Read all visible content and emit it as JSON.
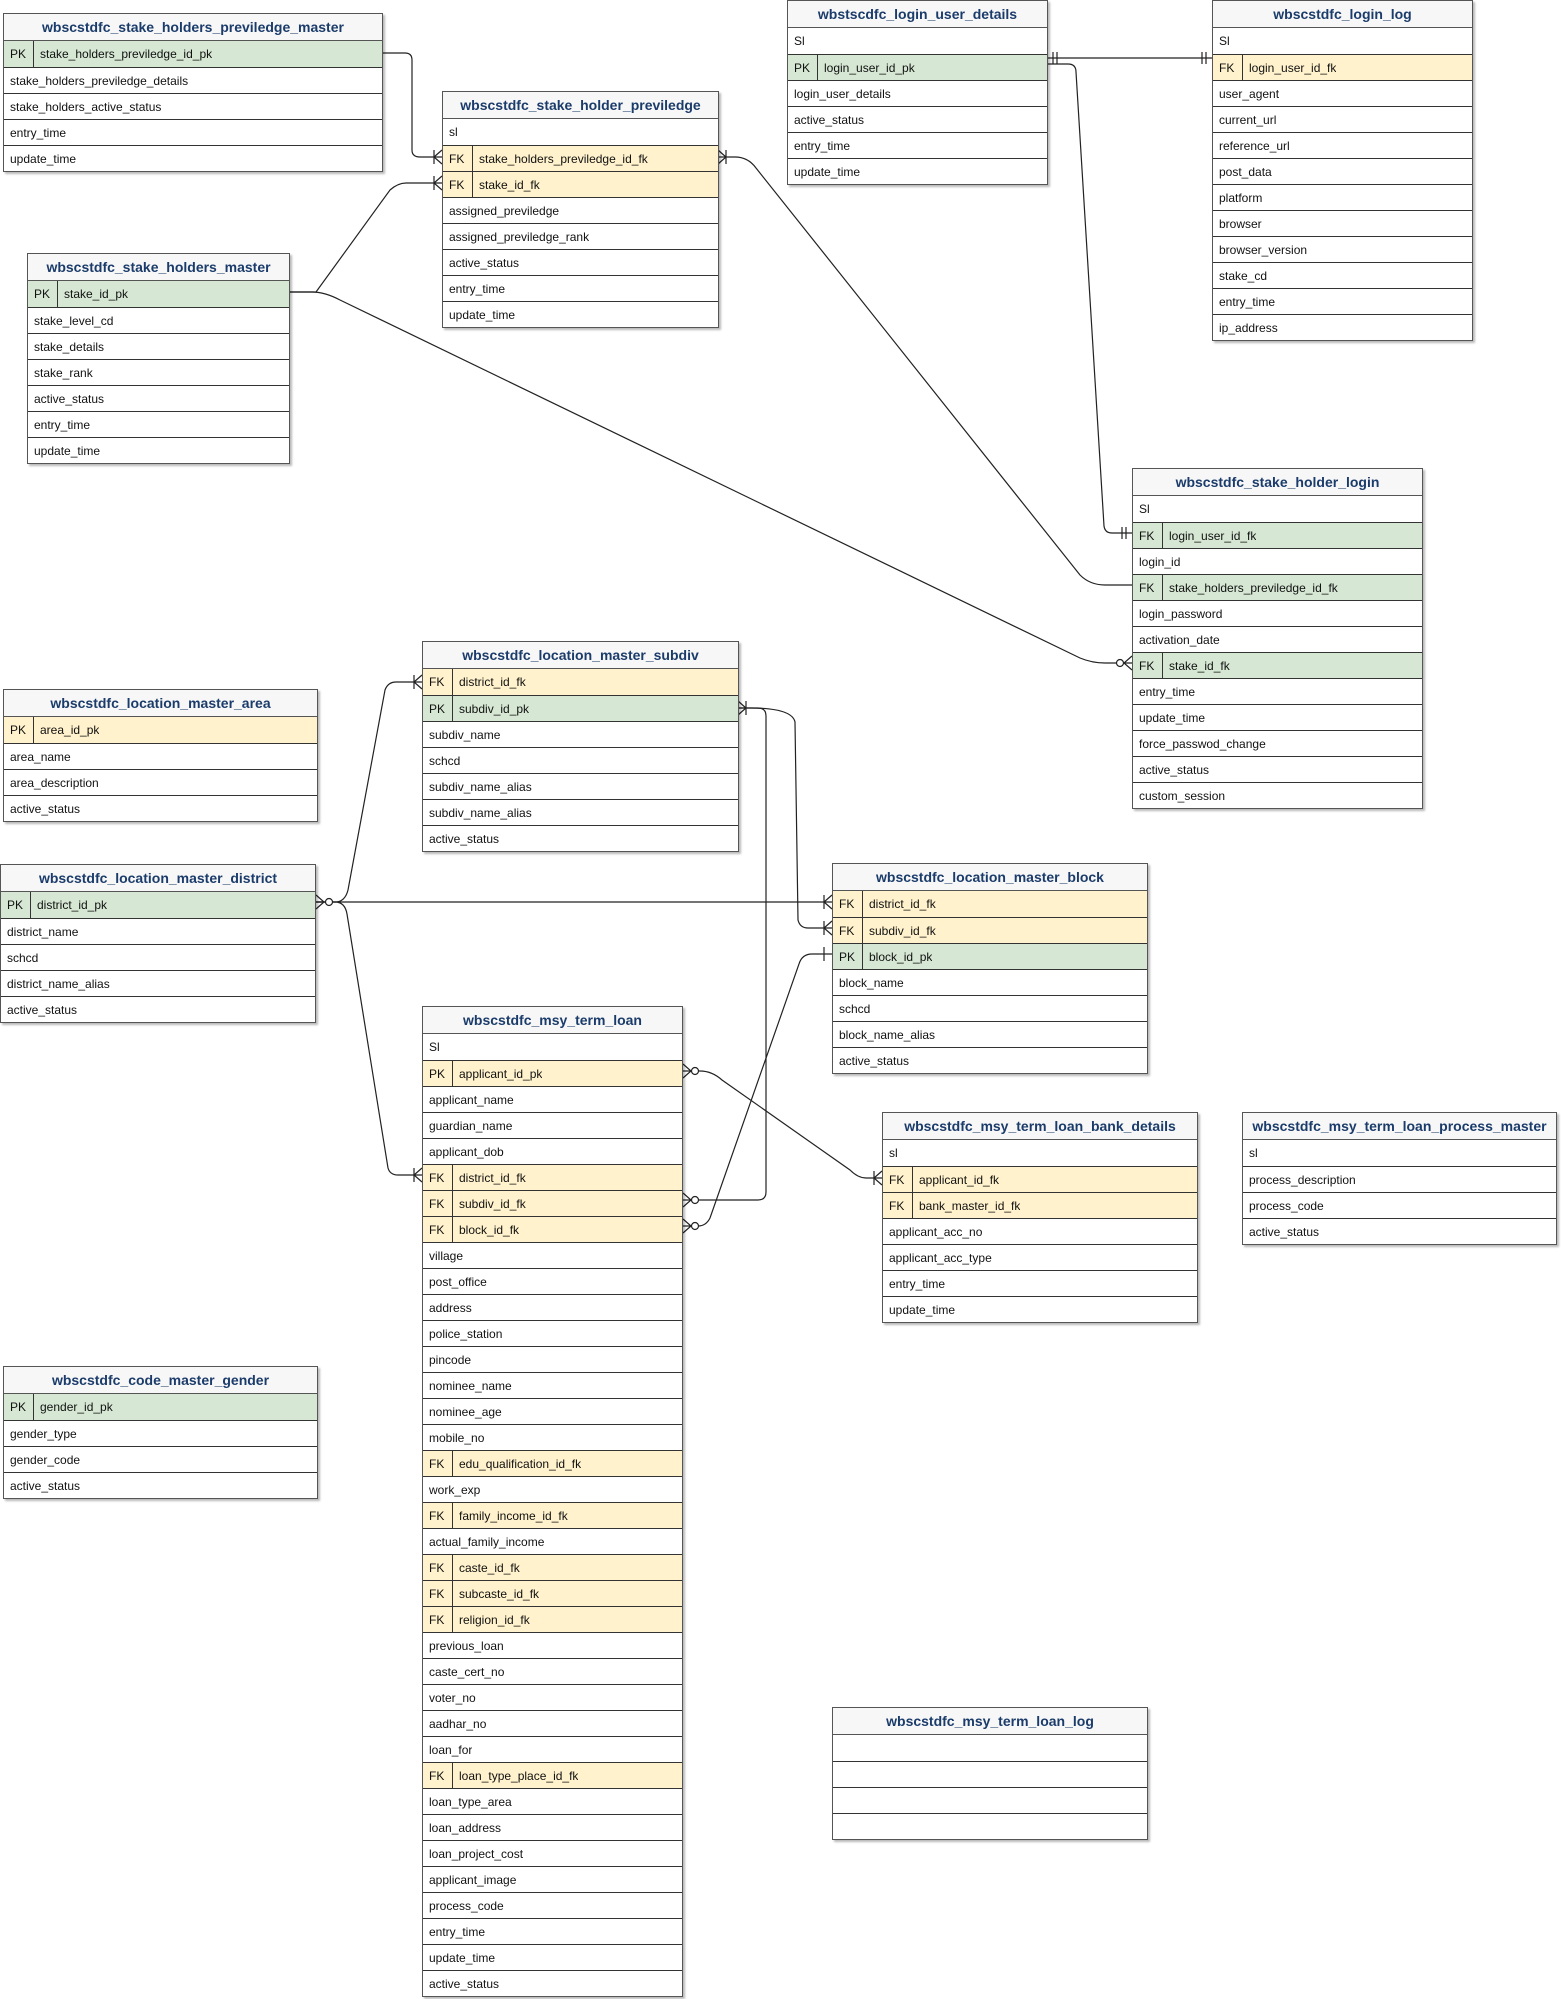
{
  "tables": [
    {
      "id": "t_spm",
      "title": "wbscstdfc_stake_holders_previledge_master",
      "rows": [
        {
          "key": "PK",
          "name": "stake_holders_previledge_id_pk"
        },
        {
          "key": "",
          "name": "stake_holders_previledge_details"
        },
        {
          "key": "",
          "name": "stake_holders_active_status"
        },
        {
          "key": "",
          "name": "entry_time"
        },
        {
          "key": "",
          "name": "update_time"
        }
      ]
    },
    {
      "id": "t_shp",
      "title": "wbscstdfc_stake_holder_previledge",
      "rows": [
        {
          "key": "",
          "name": "sl"
        },
        {
          "key": "FK",
          "name": "stake_holders_previledge_id_fk"
        },
        {
          "key": "FK",
          "name": "stake_id_fk"
        },
        {
          "key": "",
          "name": "assigned_previledge"
        },
        {
          "key": "",
          "name": "assigned_previledge_rank"
        },
        {
          "key": "",
          "name": "active_status"
        },
        {
          "key": "",
          "name": "entry_time"
        },
        {
          "key": "",
          "name": "update_time"
        }
      ]
    },
    {
      "id": "t_lud",
      "title": "wbstscdfc_login_user_details",
      "rows": [
        {
          "key": "",
          "name": "Sl"
        },
        {
          "key": "PK",
          "name": "login_user_id_pk"
        },
        {
          "key": "",
          "name": "login_user_details"
        },
        {
          "key": "",
          "name": "active_status"
        },
        {
          "key": "",
          "name": "entry_time"
        },
        {
          "key": "",
          "name": "update_time"
        }
      ]
    },
    {
      "id": "t_ll",
      "title": "wbscstdfc_login_log",
      "rows": [
        {
          "key": "",
          "name": "Sl"
        },
        {
          "key": "FK",
          "name": "login_user_id_fk"
        },
        {
          "key": "",
          "name": "user_agent"
        },
        {
          "key": "",
          "name": "current_url"
        },
        {
          "key": "",
          "name": "reference_url"
        },
        {
          "key": "",
          "name": "post_data"
        },
        {
          "key": "",
          "name": "platform"
        },
        {
          "key": "",
          "name": "browser"
        },
        {
          "key": "",
          "name": "browser_version"
        },
        {
          "key": "",
          "name": "stake_cd"
        },
        {
          "key": "",
          "name": "entry_time"
        },
        {
          "key": "",
          "name": "ip_address"
        }
      ]
    },
    {
      "id": "t_shm",
      "title": "wbscstdfc_stake_holders_master",
      "rows": [
        {
          "key": "PK",
          "name": "stake_id_pk"
        },
        {
          "key": "",
          "name": "stake_level_cd"
        },
        {
          "key": "",
          "name": "stake_details"
        },
        {
          "key": "",
          "name": "stake_rank"
        },
        {
          "key": "",
          "name": "active_status"
        },
        {
          "key": "",
          "name": "entry_time"
        },
        {
          "key": "",
          "name": "update_time"
        }
      ]
    },
    {
      "id": "t_shl",
      "title": "wbscstdfc_stake_holder_login",
      "rows": [
        {
          "key": "",
          "name": "Sl"
        },
        {
          "key": "FK",
          "name": "login_user_id_fk",
          "bg": "pk"
        },
        {
          "key": "",
          "name": "login_id"
        },
        {
          "key": "FK",
          "name": "stake_holders_previledge_id_fk",
          "bg": "pk"
        },
        {
          "key": "",
          "name": "login_password"
        },
        {
          "key": "",
          "name": "activation_date"
        },
        {
          "key": "FK",
          "name": "stake_id_fk",
          "bg": "pk"
        },
        {
          "key": "",
          "name": "entry_time"
        },
        {
          "key": "",
          "name": "update_time"
        },
        {
          "key": "",
          "name": "force_passwod_change"
        },
        {
          "key": "",
          "name": "active_status"
        },
        {
          "key": "",
          "name": "custom_session"
        }
      ]
    },
    {
      "id": "t_lms",
      "title": "wbscstdfc_location_master_subdiv",
      "rows": [
        {
          "key": "FK",
          "name": "district_id_fk"
        },
        {
          "key": "PK",
          "name": "subdiv_id_pk"
        },
        {
          "key": "",
          "name": "subdiv_name"
        },
        {
          "key": "",
          "name": "schcd"
        },
        {
          "key": "",
          "name": "subdiv_name_alias"
        },
        {
          "key": "",
          "name": "subdiv_name_alias"
        },
        {
          "key": "",
          "name": "active_status"
        }
      ]
    },
    {
      "id": "t_lma",
      "title": "wbscstdfc_location_master_area",
      "rows": [
        {
          "key": "PK",
          "name": "area_id_pk",
          "bg": "fk"
        },
        {
          "key": "",
          "name": "area_name"
        },
        {
          "key": "",
          "name": "area_description"
        },
        {
          "key": "",
          "name": "active_status"
        }
      ]
    },
    {
      "id": "t_lmd",
      "title": "wbscstdfc_location_master_district",
      "rows": [
        {
          "key": "PK",
          "name": "district_id_pk"
        },
        {
          "key": "",
          "name": "district_name"
        },
        {
          "key": "",
          "name": "schcd"
        },
        {
          "key": "",
          "name": "district_name_alias"
        },
        {
          "key": "",
          "name": "active_status"
        }
      ]
    },
    {
      "id": "t_lmb",
      "title": "wbscstdfc_location_master_block",
      "rows": [
        {
          "key": "FK",
          "name": "district_id_fk"
        },
        {
          "key": "FK",
          "name": "subdiv_id_fk"
        },
        {
          "key": "PK",
          "name": "block_id_pk"
        },
        {
          "key": "",
          "name": "block_name"
        },
        {
          "key": "",
          "name": "schcd"
        },
        {
          "key": "",
          "name": "block_name_alias"
        },
        {
          "key": "",
          "name": "active_status"
        }
      ]
    },
    {
      "id": "t_mtl",
      "title": "wbscstdfc_msy_term_loan",
      "rows": [
        {
          "key": "",
          "name": "Sl"
        },
        {
          "key": "PK",
          "name": "applicant_id_pk",
          "bg": "fk"
        },
        {
          "key": "",
          "name": "applicant_name"
        },
        {
          "key": "",
          "name": "guardian_name"
        },
        {
          "key": "",
          "name": "applicant_dob"
        },
        {
          "key": "FK",
          "name": "district_id_fk"
        },
        {
          "key": "FK",
          "name": "subdiv_id_fk"
        },
        {
          "key": "FK",
          "name": "block_id_fk"
        },
        {
          "key": "",
          "name": "village"
        },
        {
          "key": "",
          "name": "post_office"
        },
        {
          "key": "",
          "name": "address"
        },
        {
          "key": "",
          "name": "police_station"
        },
        {
          "key": "",
          "name": "pincode"
        },
        {
          "key": "",
          "name": "nominee_name"
        },
        {
          "key": "",
          "name": "nominee_age"
        },
        {
          "key": "",
          "name": "mobile_no"
        },
        {
          "key": "FK",
          "name": "edu_qualification_id_fk"
        },
        {
          "key": "",
          "name": "work_exp"
        },
        {
          "key": "FK",
          "name": "family_income_id_fk"
        },
        {
          "key": "",
          "name": "actual_family_income"
        },
        {
          "key": "FK",
          "name": "caste_id_fk"
        },
        {
          "key": "FK",
          "name": "subcaste_id_fk"
        },
        {
          "key": "FK",
          "name": "religion_id_fk"
        },
        {
          "key": "",
          "name": "previous_loan"
        },
        {
          "key": "",
          "name": "caste_cert_no"
        },
        {
          "key": "",
          "name": "voter_no"
        },
        {
          "key": "",
          "name": "aadhar_no"
        },
        {
          "key": "",
          "name": "loan_for"
        },
        {
          "key": "FK",
          "name": "loan_type_place_id_fk"
        },
        {
          "key": "",
          "name": "loan_type_area"
        },
        {
          "key": "",
          "name": "loan_address"
        },
        {
          "key": "",
          "name": "loan_project_cost"
        },
        {
          "key": "",
          "name": "applicant_image"
        },
        {
          "key": "",
          "name": "process_code"
        },
        {
          "key": "",
          "name": "entry_time"
        },
        {
          "key": "",
          "name": "update_time"
        },
        {
          "key": "",
          "name": "active_status"
        }
      ]
    },
    {
      "id": "t_mtb",
      "title": "wbscstdfc_msy_term_loan_bank_details",
      "rows": [
        {
          "key": "",
          "name": "sl"
        },
        {
          "key": "FK",
          "name": "applicant_id_fk"
        },
        {
          "key": "FK",
          "name": "bank_master_id_fk"
        },
        {
          "key": "",
          "name": "applicant_acc_no"
        },
        {
          "key": "",
          "name": "applicant_acc_type"
        },
        {
          "key": "",
          "name": "entry_time"
        },
        {
          "key": "",
          "name": "update_time"
        }
      ]
    },
    {
      "id": "t_mtp",
      "title": "wbscstdfc_msy_term_loan_process_master",
      "rows": [
        {
          "key": "",
          "name": "sl"
        },
        {
          "key": "",
          "name": "process_description"
        },
        {
          "key": "",
          "name": "process_code"
        },
        {
          "key": "",
          "name": "active_status"
        }
      ]
    },
    {
      "id": "t_cmg",
      "title": "wbscstdfc_code_master_gender",
      "rows": [
        {
          "key": "PK",
          "name": "gender_id_pk"
        },
        {
          "key": "",
          "name": "gender_type"
        },
        {
          "key": "",
          "name": "gender_code"
        },
        {
          "key": "",
          "name": "active_status"
        }
      ]
    },
    {
      "id": "t_mtlog",
      "title": "wbscstdfc_msy_term_loan_log",
      "rows": [
        {
          "key": "",
          "name": ""
        },
        {
          "key": "",
          "name": ""
        },
        {
          "key": "",
          "name": ""
        },
        {
          "key": "",
          "name": ""
        }
      ]
    }
  ],
  "relationships": [
    {
      "from": "wbscstdfc_stake_holders_previledge_master.stake_holders_previledge_id_pk",
      "to": "wbscstdfc_stake_holder_previledge.stake_holders_previledge_id_fk",
      "cardinality": "one-to-many"
    },
    {
      "from": "wbscstdfc_stake_holders_master.stake_id_pk",
      "to": "wbscstdfc_stake_holder_previledge.stake_id_fk",
      "cardinality": "one-to-many"
    },
    {
      "from": "wbscstdfc_stake_holder_previledge.stake_holders_previledge_id_fk",
      "to": "wbscstdfc_stake_holder_login.stake_holders_previledge_id_fk",
      "cardinality": "many"
    },
    {
      "from": "wbstscdfc_login_user_details.login_user_id_pk",
      "to": "wbscstdfc_login_log.login_user_id_fk",
      "cardinality": "one-to-one"
    },
    {
      "from": "wbstscdfc_login_user_details.login_user_id_pk",
      "to": "wbscstdfc_stake_holder_login.login_user_id_fk",
      "cardinality": "one-to-one"
    },
    {
      "from": "wbscstdfc_stake_holders_master.stake_id_pk",
      "to": "wbscstdfc_stake_holder_login.stake_id_fk",
      "cardinality": "zero-or-many"
    },
    {
      "from": "wbscstdfc_location_master_district.district_id_pk",
      "to": "wbscstdfc_location_master_subdiv.district_id_fk",
      "cardinality": "one-to-many"
    },
    {
      "from": "wbscstdfc_location_master_district.district_id_pk",
      "to": "wbscstdfc_location_master_block.district_id_fk",
      "cardinality": "one-to-many"
    },
    {
      "from": "wbscstdfc_location_master_district.district_id_pk",
      "to": "wbscstdfc_msy_term_loan.district_id_fk",
      "cardinality": "one-to-many"
    },
    {
      "from": "wbscstdfc_location_master_subdiv.subdiv_id_pk",
      "to": "wbscstdfc_location_master_block.subdiv_id_fk",
      "cardinality": "one-to-many"
    },
    {
      "from": "wbscstdfc_location_master_subdiv.subdiv_id_pk",
      "to": "wbscstdfc_msy_term_loan.subdiv_id_fk",
      "cardinality": "zero-or-many"
    },
    {
      "from": "wbscstdfc_location_master_block.block_id_pk",
      "to": "wbscstdfc_msy_term_loan.block_id_fk",
      "cardinality": "zero-or-many"
    },
    {
      "from": "wbscstdfc_msy_term_loan.applicant_id_pk",
      "to": "wbscstdfc_msy_term_loan_bank_details.applicant_id_fk",
      "cardinality": "one-to-many"
    }
  ]
}
